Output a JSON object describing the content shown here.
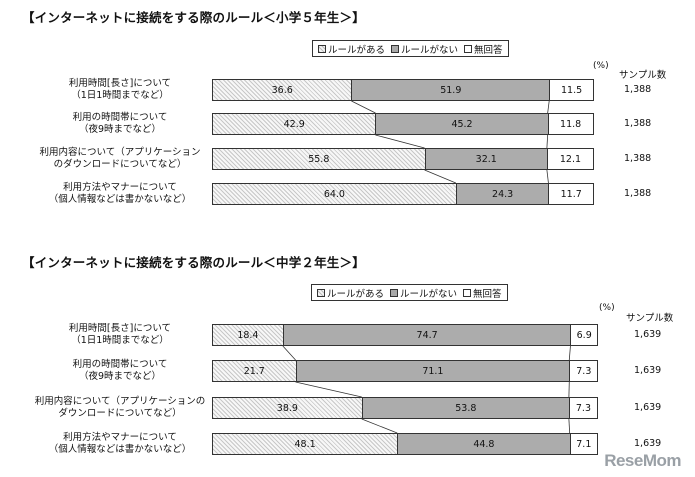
{
  "legend": {
    "items": [
      {
        "label": "ルールがある",
        "style": "hatch"
      },
      {
        "label": "ルールがない",
        "style": "gray"
      },
      {
        "label": "無回答",
        "style": "white"
      }
    ]
  },
  "unit_label": "(%)",
  "sample_header": "サンプル数",
  "watermark": "ReseMom",
  "chart_data": [
    {
      "type": "bar",
      "stacked": true,
      "orientation": "horizontal",
      "title": "【インターネットに接続をする際のルール＜小学５年生＞】",
      "categories": [
        [
          "利用時間[長さ]について",
          "（1日1時間までなど）"
        ],
        [
          "利用の時間帯について",
          "（夜9時までなど）"
        ],
        [
          "利用内容について（アプリケーション",
          "のダウンロードについてなど）"
        ],
        [
          "利用方法やマナーについて",
          "（個人情報などは書かないなど）"
        ]
      ],
      "series": [
        {
          "name": "ルールがある",
          "values": [
            36.6,
            42.9,
            55.8,
            64.0
          ],
          "labels": [
            "36.6",
            "42.9",
            "55.8",
            "64.0"
          ]
        },
        {
          "name": "ルールがない",
          "values": [
            51.9,
            45.2,
            32.1,
            24.3
          ],
          "labels": [
            "51.9",
            "45.2",
            "32.1",
            "24.3"
          ]
        },
        {
          "name": "無回答",
          "values": [
            11.5,
            11.8,
            12.1,
            11.7
          ],
          "labels": [
            "11.5",
            "11.8",
            "12.1",
            "11.7"
          ]
        }
      ],
      "sample_sizes": [
        "1,388",
        "1,388",
        "1,388",
        "1,388"
      ],
      "xlim": [
        0,
        100
      ]
    },
    {
      "type": "bar",
      "stacked": true,
      "orientation": "horizontal",
      "title": "【インターネットに接続をする際のルール＜中学２年生＞】",
      "categories": [
        [
          "利用時間[長さ]について",
          "（1日1時間までなど）"
        ],
        [
          "利用の時間帯について",
          "（夜9時までなど）"
        ],
        [
          "利用内容について（アプリケーションの",
          "ダウンロードについてなど）"
        ],
        [
          "利用方法やマナーについて",
          "（個人情報などは書かないなど）"
        ]
      ],
      "series": [
        {
          "name": "ルールがある",
          "values": [
            18.4,
            21.7,
            38.9,
            48.1
          ],
          "labels": [
            "18.4",
            "21.7",
            "38.9",
            "48.1"
          ]
        },
        {
          "name": "ルールがない",
          "values": [
            74.7,
            71.1,
            53.8,
            44.8
          ],
          "labels": [
            "74.7",
            "71.1",
            "53.8",
            "44.8"
          ]
        },
        {
          "name": "無回答",
          "values": [
            6.9,
            7.3,
            7.3,
            7.1
          ],
          "labels": [
            "6.9",
            "7.3",
            "7.3",
            "7.1"
          ]
        }
      ],
      "sample_sizes": [
        "1,639",
        "1,639",
        "1,639",
        "1,639"
      ],
      "xlim": [
        0,
        100
      ]
    }
  ]
}
